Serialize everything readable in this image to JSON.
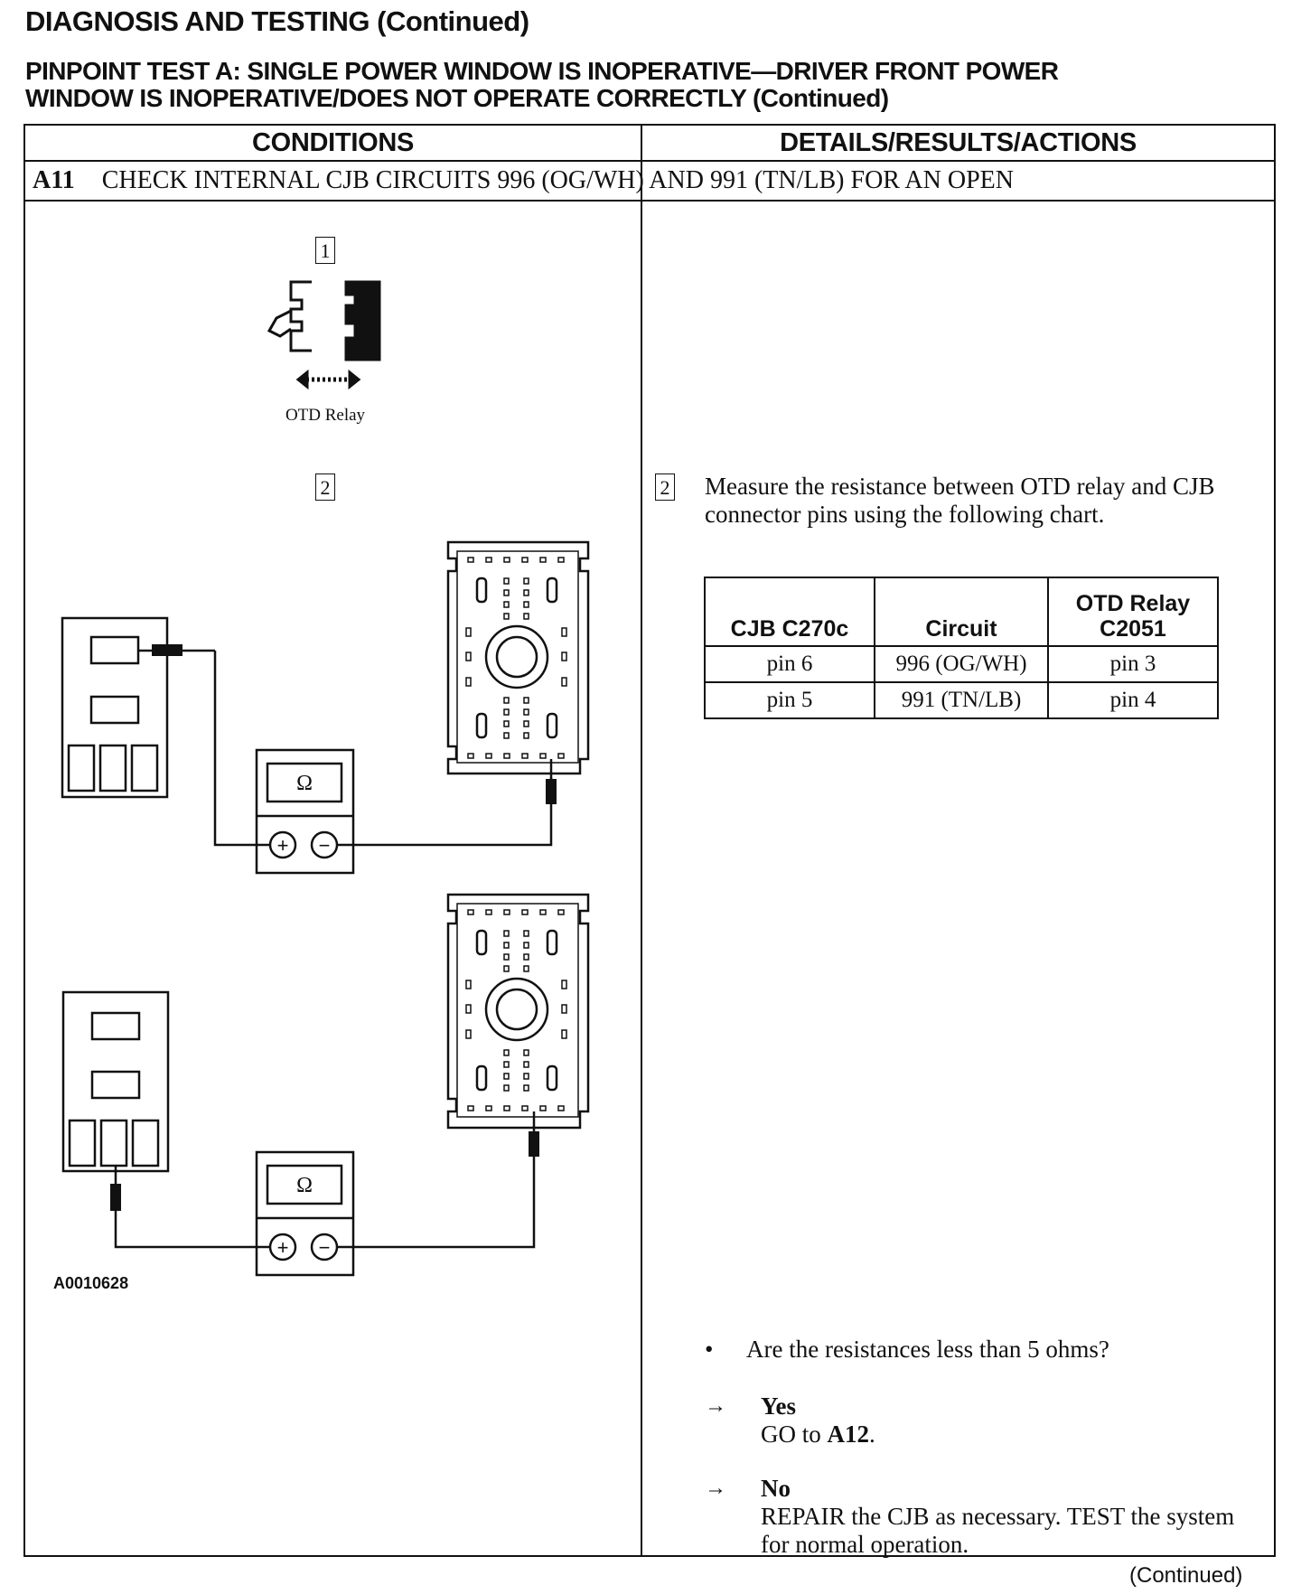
{
  "header": {
    "title": "DIAGNOSIS AND TESTING (Continued)",
    "test_line1": "PINPOINT TEST A:  SINGLE POWER WINDOW IS INOPERATIVE—DRIVER FRONT POWER",
    "test_line2": "WINDOW IS INOPERATIVE/DOES NOT OPERATE CORRECTLY (Continued)"
  },
  "columns": {
    "conditions": "CONDITIONS",
    "details": "DETAILS/RESULTS/ACTIONS"
  },
  "step": {
    "id": "A11",
    "title": "CHECK INTERNAL CJB CIRCUITS 996 (OG/WH) AND 991 (TN/LB) FOR AN OPEN"
  },
  "figure": {
    "step1_number": "1",
    "step2_number": "2",
    "otd_caption": "OTD Relay",
    "ohm_symbol": "Ω",
    "plus": "+",
    "minus": "−",
    "figure_id": "A0010628"
  },
  "details": {
    "step_number": "2",
    "instruction": "Measure the resistance between OTD relay and CJB connector pins using the following chart.",
    "table": {
      "headers": [
        "CJB C270c",
        "Circuit",
        "OTD Relay C2051"
      ],
      "rows": [
        [
          "pin 6",
          "996 (OG/WH)",
          "pin 3"
        ],
        [
          "pin 5",
          "991 (TN/LB)",
          "pin 4"
        ]
      ]
    },
    "question": "Are the resistances less than 5 ohms?",
    "answers": [
      {
        "arrow": "→",
        "label": "Yes",
        "action_prefix": "GO to ",
        "action_target": "A12",
        "action_suffix": "."
      },
      {
        "arrow": "→",
        "label": "No",
        "action_prefix": "REPAIR the CJB as necessary. TEST the system for normal operation.",
        "action_target": "",
        "action_suffix": ""
      }
    ]
  },
  "footer": {
    "continued": "(Continued)"
  }
}
